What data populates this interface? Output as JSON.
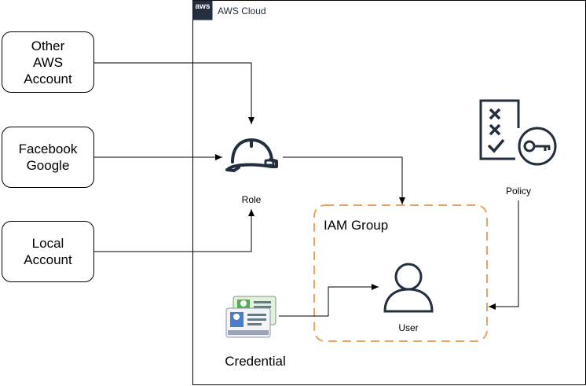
{
  "cloud": {
    "badge": "aws",
    "title": "AWS Cloud"
  },
  "sources": [
    {
      "label": "Other\nAWS\nAccount"
    },
    {
      "label": "Facebook\nGoogle"
    },
    {
      "label": "Local\nAccount"
    }
  ],
  "role": {
    "label": "Role"
  },
  "group": {
    "label": "IAM Group"
  },
  "user": {
    "label": "User"
  },
  "policy": {
    "label": "Policy"
  },
  "credential": {
    "label": "Credential"
  },
  "colors": {
    "group_border": "#e8a263",
    "icon": "#232f3e",
    "card_green": "#4caf50",
    "card_blue": "#4a7ccc"
  }
}
